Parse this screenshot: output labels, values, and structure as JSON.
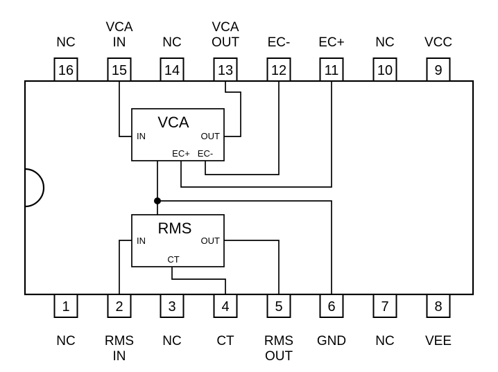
{
  "diagram": {
    "type": "ic-pinout-block-diagram",
    "colors": {
      "line": "#000000",
      "background": "#ffffff"
    }
  },
  "pins_top": [
    {
      "number": "16",
      "l1": "",
      "l2": "NC"
    },
    {
      "number": "15",
      "l1": "VCA",
      "l2": "IN"
    },
    {
      "number": "14",
      "l1": "",
      "l2": "NC"
    },
    {
      "number": "13",
      "l1": "VCA",
      "l2": "OUT"
    },
    {
      "number": "12",
      "l1": "",
      "l2": "EC-"
    },
    {
      "number": "11",
      "l1": "",
      "l2": "EC+"
    },
    {
      "number": "10",
      "l1": "",
      "l2": "NC"
    },
    {
      "number": "9",
      "l1": "",
      "l2": "VCC"
    }
  ],
  "pins_bottom": [
    {
      "number": "1",
      "l1": "NC",
      "l2": ""
    },
    {
      "number": "2",
      "l1": "RMS",
      "l2": "IN"
    },
    {
      "number": "3",
      "l1": "NC",
      "l2": ""
    },
    {
      "number": "4",
      "l1": "CT",
      "l2": ""
    },
    {
      "number": "5",
      "l1": "RMS",
      "l2": "OUT"
    },
    {
      "number": "6",
      "l1": "GND",
      "l2": ""
    },
    {
      "number": "7",
      "l1": "NC",
      "l2": ""
    },
    {
      "number": "8",
      "l1": "VEE",
      "l2": ""
    }
  ],
  "vca_block": {
    "title": "VCA",
    "in_label": "IN",
    "out_label": "OUT",
    "ec_plus_label": "EC+",
    "ec_minus_label": "EC-"
  },
  "rms_block": {
    "title": "RMS",
    "in_label": "IN",
    "out_label": "OUT",
    "ct_label": "CT"
  }
}
